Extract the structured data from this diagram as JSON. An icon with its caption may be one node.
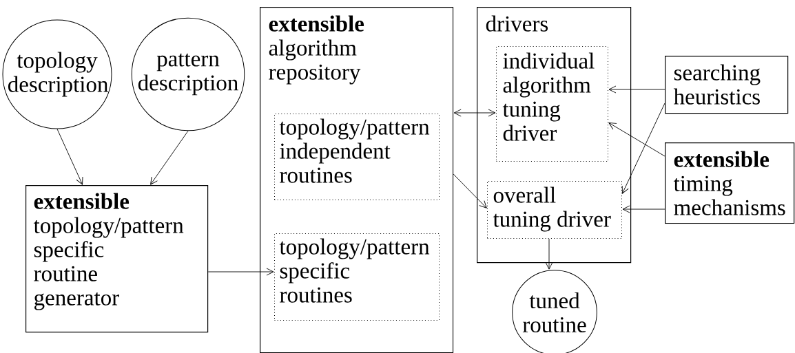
{
  "diagram": {
    "nodes": [
      {
        "text": [
          "topology description"
        ]
      },
      {
        "text": [
          "pattern description"
        ]
      },
      {
        "text": [
          "extensible",
          "topology/pattern specific routine generator"
        ]
      },
      {
        "text": [
          "extensible",
          "algorithm repository"
        ]
      },
      {
        "text": [
          "topology/pattern independent routines"
        ],
        "in": 3
      },
      {
        "text": [
          "topology/pattern specific routines"
        ],
        "in": 3
      },
      {
        "text": [
          "drivers"
        ]
      },
      {
        "text": [
          "individual algorithm tuning driver"
        ],
        "in": 6
      },
      {
        "text": [
          "overall tuning driver"
        ],
        "in": 6
      },
      {
        "text": [
          "searching heuristics"
        ]
      },
      {
        "text": [
          "extensible",
          "timing mechanisms"
        ]
      },
      {
        "text": [
          "tuned routine"
        ]
      }
    ],
    "edges": [
      {
        "from": 0,
        "to": 2,
        "arrow": "to"
      },
      {
        "from": 1,
        "to": 2,
        "arrow": "to"
      },
      {
        "from": 2,
        "to": 5,
        "arrow": "to"
      },
      {
        "from": 3,
        "to": 7,
        "arrow": "both"
      },
      {
        "from": 3,
        "to": 8,
        "arrow": "to"
      },
      {
        "from": 9,
        "to": 7,
        "arrow": "to"
      },
      {
        "from": 9,
        "to": 8,
        "arrow": "to"
      },
      {
        "from": 10,
        "to": 7,
        "arrow": "to"
      },
      {
        "from": 10,
        "to": 8,
        "arrow": "to"
      },
      {
        "from": 8,
        "to": 11,
        "arrow": "to"
      }
    ]
  }
}
